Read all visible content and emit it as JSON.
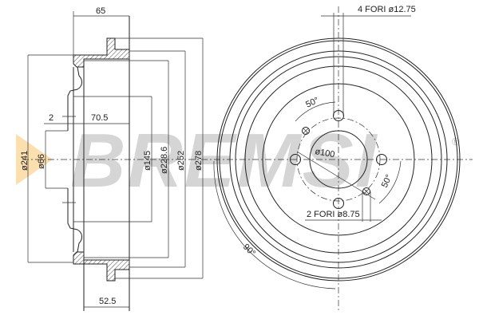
{
  "brand": {
    "watermark": "BREMSI",
    "registered": "®",
    "accent_color": "#f9c97a"
  },
  "side_view": {
    "dim_width": "65",
    "dim_flange_offset": "2",
    "dim_depth": "70.5",
    "dim_inner_depth": "52.5",
    "dia_241": "ø241",
    "dia_66": "ø66",
    "dia_145": "ø145",
    "dia_228_6": "ø228.6",
    "dia_252": "ø252",
    "dia_278": "ø278"
  },
  "front_view": {
    "holes_large": "4 FORI ø12.75",
    "holes_small": "2 FORI ø8.75",
    "bolt_circle": "ø100",
    "angle_top": "50°",
    "angle_right": "50°",
    "angle_bottom": "90°"
  }
}
